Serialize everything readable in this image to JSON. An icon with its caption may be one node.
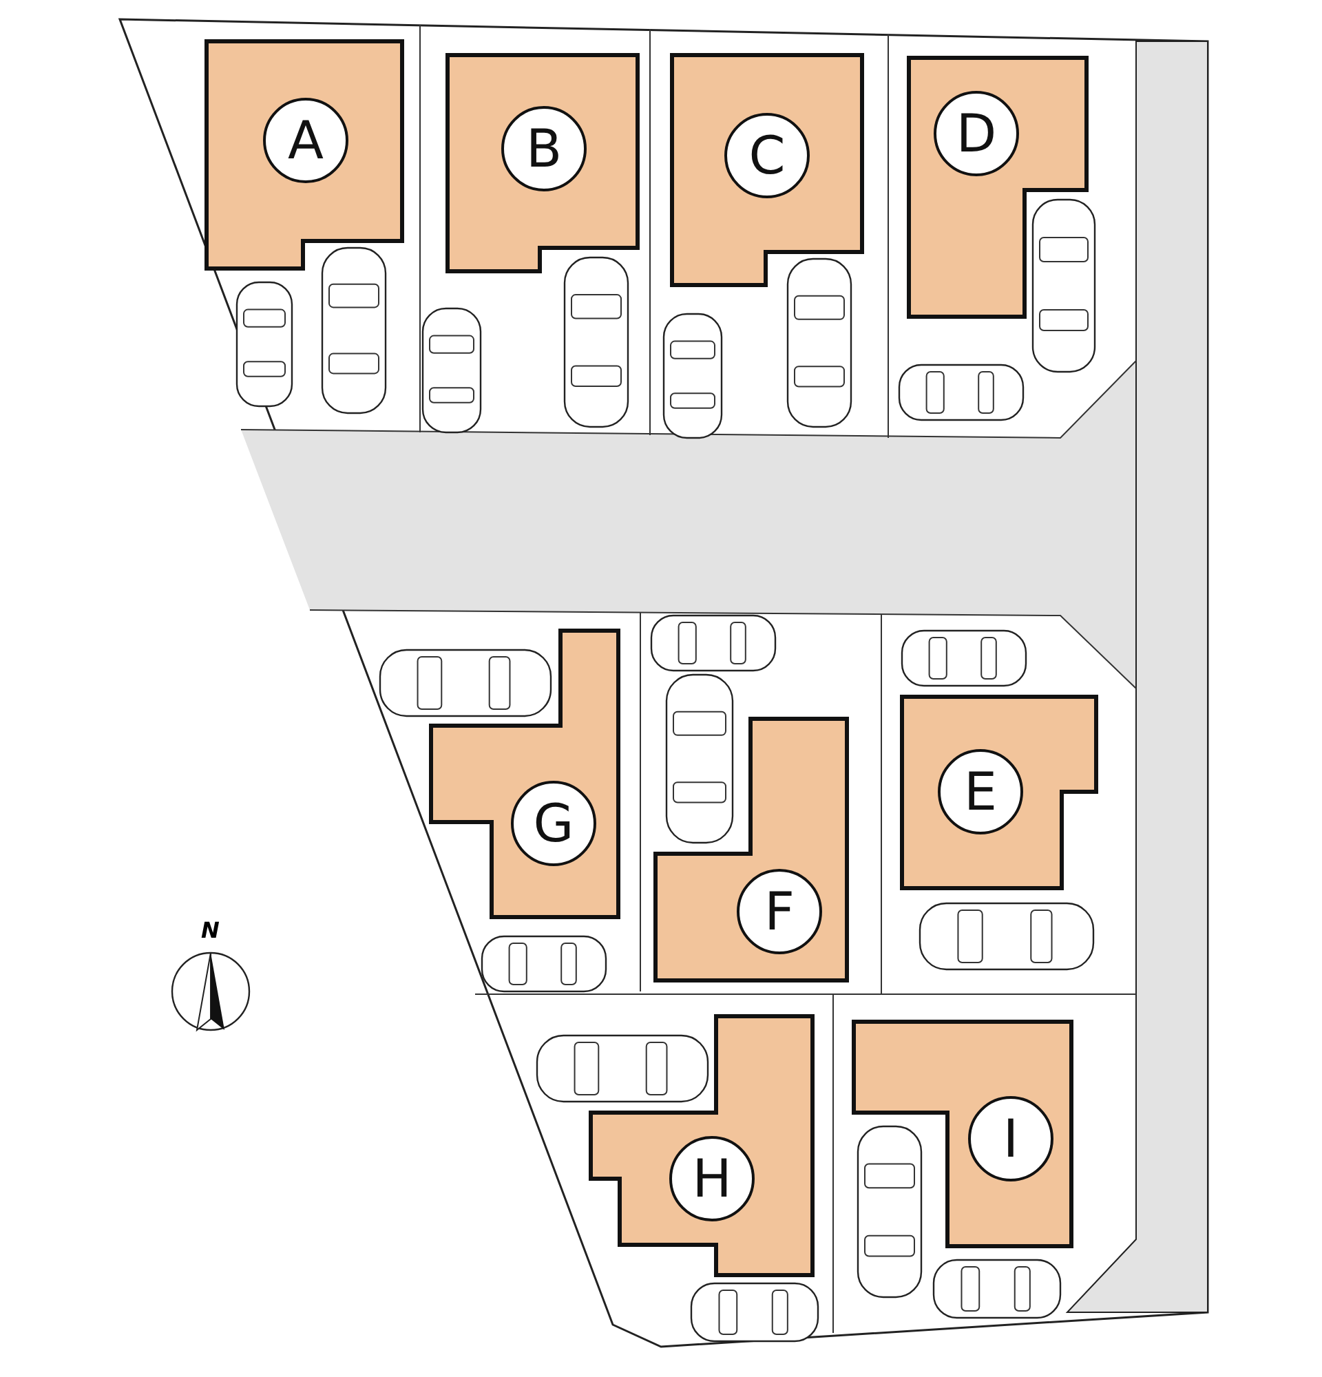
{
  "diagram": {
    "nodes": [
      {
        "text": [
          "A"
        ]
      },
      {
        "text": [
          "B"
        ]
      },
      {
        "text": [
          "C"
        ]
      },
      {
        "text": [
          "D"
        ]
      },
      {
        "text": [
          "G"
        ]
      },
      {
        "text": [
          "F"
        ]
      },
      {
        "text": [
          "E"
        ]
      },
      {
        "text": [
          "H"
        ]
      },
      {
        "text": [
          "I"
        ]
      }
    ],
    "labels": [
      "N"
    ]
  }
}
